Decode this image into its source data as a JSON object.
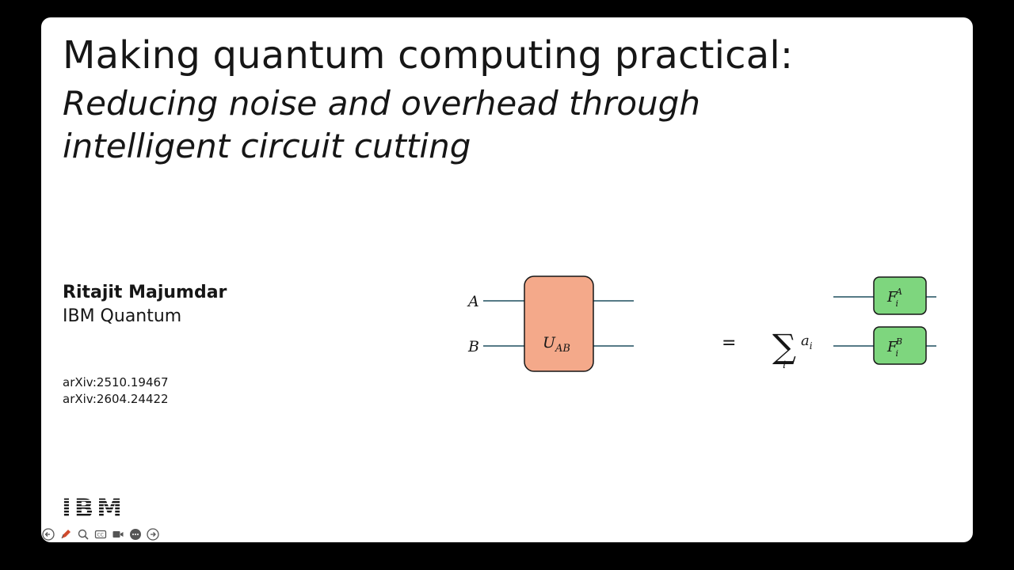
{
  "slide": {
    "title": "Making quantum computing practical:",
    "subtitle_line1": "Reducing noise and overhead through",
    "subtitle_line2": "intelligent circuit cutting",
    "author": "Ritajit Majumdar",
    "affiliation": "IBM Quantum",
    "references": [
      "arXiv:2510.19467",
      "arXiv:2604.24422"
    ],
    "logo_text": "IBM"
  },
  "diagram": {
    "wire_a": "A",
    "wire_b": "B",
    "gate": "U",
    "gate_sub": "AB",
    "equals": "=",
    "sum_symbol": "∑",
    "sum_index": "i",
    "coef": "a",
    "coef_sub": "i",
    "f_a": "F",
    "f_a_sub": "i",
    "f_a_sup": "A",
    "f_b": "F",
    "f_b_sub": "i",
    "f_b_sup": "B"
  },
  "colors": {
    "gate_fill": "#f4a98a",
    "f_fill": "#7ed67e",
    "wire": "#1f4e5f"
  },
  "toolbar": {
    "icons": [
      "back-icon",
      "pen-icon",
      "zoom-icon",
      "captions-icon",
      "camera-icon",
      "more-icon",
      "forward-icon"
    ]
  }
}
